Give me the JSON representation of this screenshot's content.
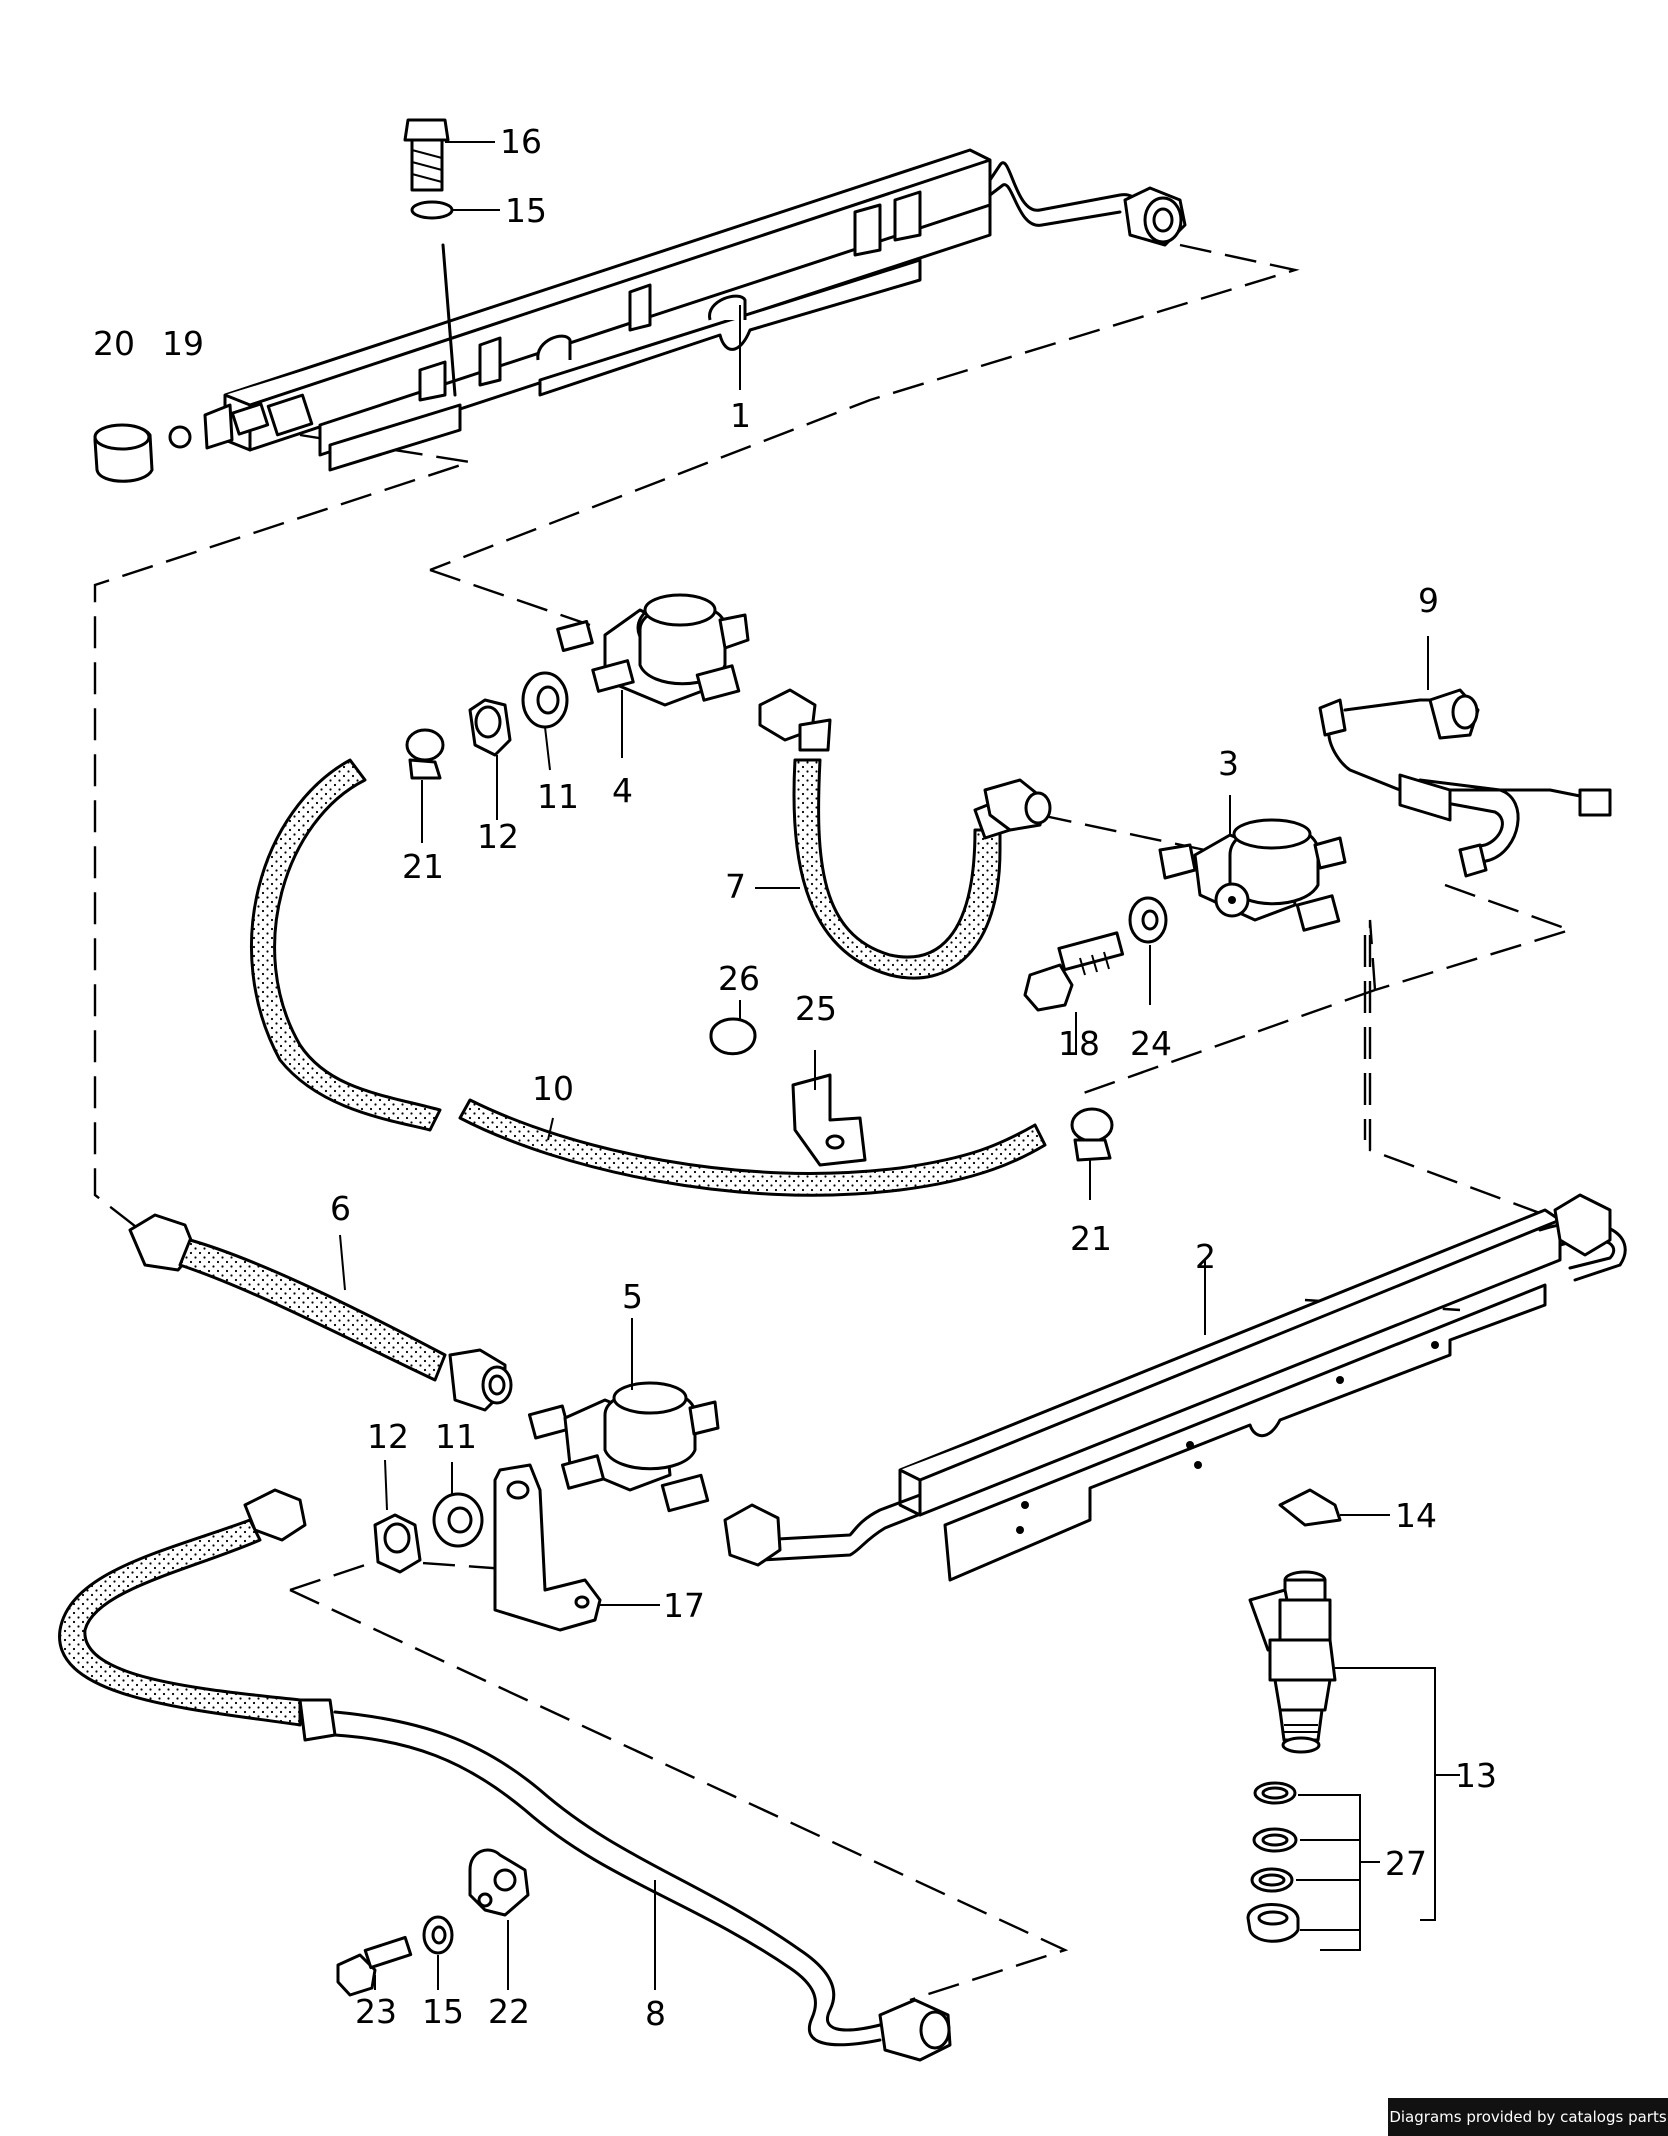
{
  "labels": {
    "l1": "1",
    "l2": "2",
    "l3": "3",
    "l4": "4",
    "l5": "5",
    "l6": "6",
    "l7": "7",
    "l8": "8",
    "l9": "9",
    "l10": "10",
    "l11a": "11",
    "l11b": "11",
    "l12a": "12",
    "l12b": "12",
    "l13": "13",
    "l14": "14",
    "l15a": "15",
    "l15b": "15",
    "l16": "16",
    "l17": "17",
    "l18": "18",
    "l19": "19",
    "l20": "20",
    "l21a": "21",
    "l21b": "21",
    "l22": "22",
    "l23": "23",
    "l24": "24",
    "l25": "25",
    "l26": "26",
    "l27": "27"
  },
  "footer": {
    "credit": "Diagrams provided by catalogs parts"
  }
}
